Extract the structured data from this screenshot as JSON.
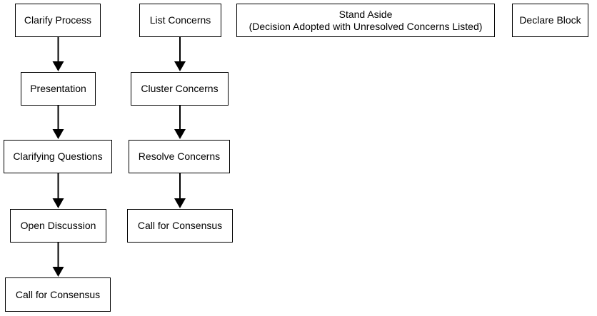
{
  "flowchart": {
    "process_column": {
      "nodes": [
        {
          "label": "Clarify Process"
        },
        {
          "label": "Presentation"
        },
        {
          "label": "Clarifying Questions"
        },
        {
          "label": "Open Discussion"
        },
        {
          "label": "Call for Consensus"
        }
      ]
    },
    "concerns_column": {
      "nodes": [
        {
          "label": "List Concerns"
        },
        {
          "label": "Cluster Concerns"
        },
        {
          "label": "Resolve Concerns"
        },
        {
          "label": "Call for Consensus"
        }
      ]
    },
    "outcome_nodes": {
      "stand_aside": {
        "line1": "Stand Aside",
        "line2": "(Decision Adopted with Unresolved Concerns Listed)"
      },
      "declare_block": {
        "label": "Declare Block"
      }
    },
    "colors": {
      "background": "#ffffff",
      "node_fill": "#ffffff",
      "node_border": "#000000",
      "text": "#000000",
      "arrow": "#000000"
    }
  }
}
